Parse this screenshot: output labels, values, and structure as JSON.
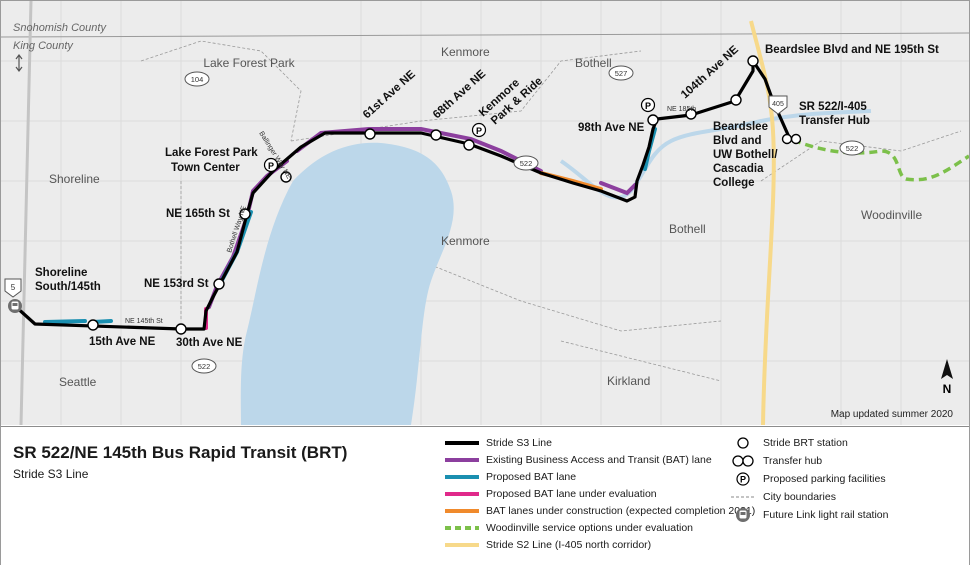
{
  "map": {
    "county_north": "Snohomish County",
    "county_south": "King County",
    "places": {
      "lake_forest_park": "Lake Forest Park",
      "kenmore_north": "Kenmore",
      "kenmore_center": "Kenmore",
      "bothell_north": "Bothell",
      "bothell_center": "Bothell",
      "shoreline": "Shoreline",
      "seattle": "Seattle",
      "kirkland": "Kirkland",
      "woodinville": "Woodinville"
    },
    "roads": {
      "ballinger": "Ballinger Way NE",
      "bothell_way": "Bothell Way NE",
      "ne145": "NE 145th St",
      "ne185": "NE 185th"
    },
    "shields": {
      "i5": "5",
      "sr104": "104",
      "sr522_a": "522",
      "sr522_b": "522",
      "sr522_c": "522",
      "sr527": "527",
      "i405": "405"
    },
    "stations": {
      "shoreline_l1": "Shoreline",
      "shoreline_l2": "South/145th",
      "ave15": "15th Ave NE",
      "ave30": "30th Ave NE",
      "st153": "NE 153rd St",
      "st165": "NE 165th St",
      "lfp_l1": "Lake Forest Park",
      "lfp_l2": "Town Center",
      "ave61": "61st Ave NE",
      "ave68": "68th Ave NE",
      "kenmore_pr_l1": "Kenmore",
      "kenmore_pr_l2": "Park & Ride",
      "ave98": "98th Ave NE",
      "ave104": "104th Ave NE",
      "beardslee_l1": "Beardslee",
      "beardslee_l2": "Blvd and",
      "beardslee_l3": "UW Bothell/",
      "beardslee_l4": "Cascadia",
      "beardslee_l5": "College",
      "beardslee195": "Beardslee Blvd and NE 195th St",
      "hub_l1": "SR 522/I-405",
      "hub_l2": "Transfer Hub"
    },
    "parking_symbol": "P",
    "north_letter": "N",
    "updated_note": "Map updated summer 2020"
  },
  "legend": {
    "title": "SR 522/NE 145th Bus Rapid Transit (BRT)",
    "subtitle": "Stride S3 Line",
    "items": [
      {
        "key": "s3",
        "label": "Stride S3 Line",
        "color": "#000000",
        "style": "solid"
      },
      {
        "key": "bat_existing",
        "label": "Existing Business Access and Transit (BAT) lane",
        "color": "#8c3f9e",
        "style": "solid"
      },
      {
        "key": "bat_proposed",
        "label": "Proposed BAT lane",
        "color": "#1a8fb0",
        "style": "solid"
      },
      {
        "key": "bat_eval",
        "label": "Proposed BAT lane under evaluation",
        "color": "#e0298a",
        "style": "solid"
      },
      {
        "key": "bat_construction",
        "label": "BAT lanes under construction (expected completion 2021)",
        "color": "#f08a2c",
        "style": "solid"
      },
      {
        "key": "woodinville",
        "label": "Woodinville service options under evaluation",
        "color": "#7cc04a",
        "style": "dashed"
      },
      {
        "key": "s2",
        "label": "Stride S2 Line (I-405 north corridor)",
        "color": "#f7d98a",
        "style": "solid"
      }
    ],
    "symbols": [
      {
        "key": "station",
        "label": "Stride BRT station"
      },
      {
        "key": "hub",
        "label": "Transfer hub"
      },
      {
        "key": "parking",
        "label": "Proposed parking facilities",
        "glyph": "P"
      },
      {
        "key": "boundary",
        "label": "City boundaries"
      },
      {
        "key": "light_rail",
        "label": "Future Link light rail station"
      }
    ]
  }
}
